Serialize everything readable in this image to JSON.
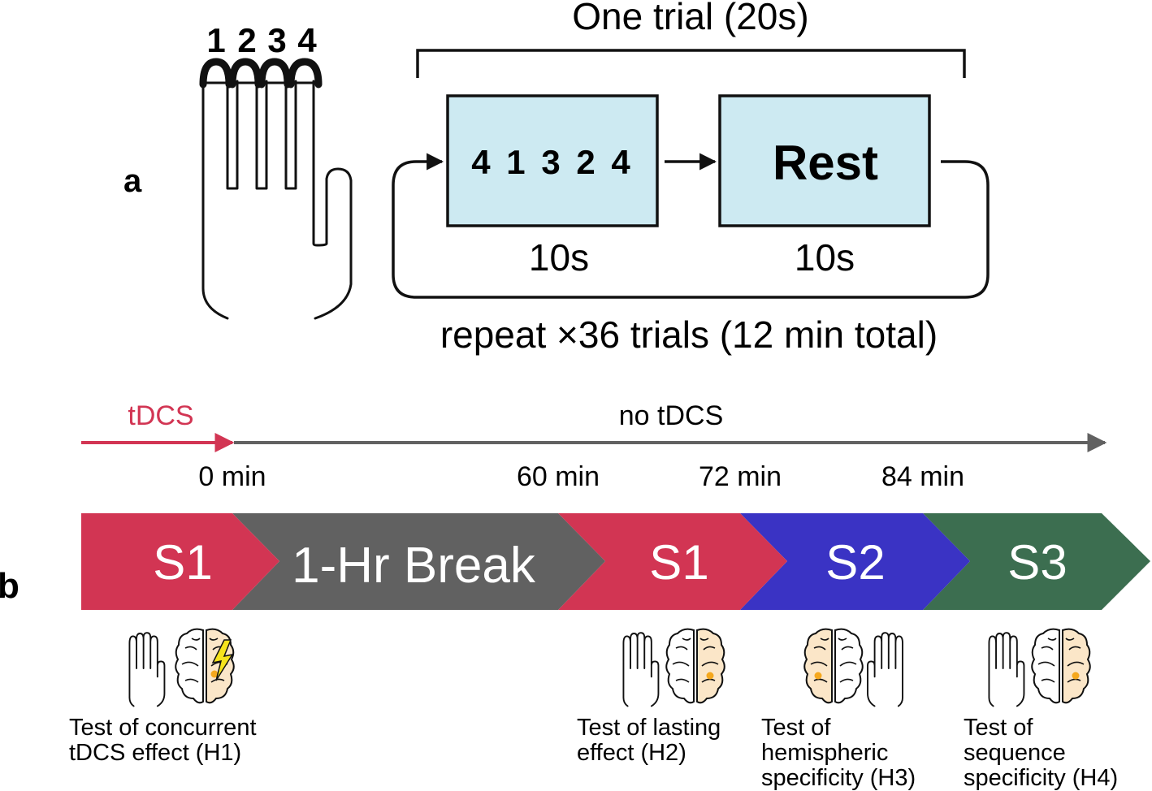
{
  "panel_a": {
    "label": "a",
    "finger_numbers": [
      "1",
      "2",
      "3",
      "4"
    ],
    "trial_title": "One trial (20s)",
    "sequence_box": "4 1 3 2 4",
    "rest_box": "Rest",
    "sequence_duration": "10s",
    "rest_duration": "10s",
    "repeat_caption": "repeat ×36 trials (12 min total)",
    "box_fill": "#cdeaf2"
  },
  "panel_b": {
    "label": "b",
    "stim_label": "tDCS",
    "no_stim_label": "no tDCS",
    "time_marks": [
      "0 min",
      "60 min",
      "72 min",
      "84 min"
    ],
    "stim_color": "#d23553",
    "timeline_color": "#616161",
    "segments": [
      {
        "label": "S1",
        "color": "#d23553"
      },
      {
        "label": "1-Hr Break",
        "color": "#616161"
      },
      {
        "label": "S1",
        "color": "#d23553"
      },
      {
        "label": "S2",
        "color": "#3a33c4"
      },
      {
        "label": "S3",
        "color": "#3c6e50"
      }
    ],
    "icons": [
      {
        "hand": "right-hand-icon",
        "brain": "brain-stimulated-icon"
      },
      {
        "hand": "right-hand-icon",
        "brain": "brain-right-icon"
      },
      {
        "hand": "left-hand-icon",
        "brain": "brain-left-icon"
      },
      {
        "hand": "right-hand-icon",
        "brain": "brain-right-icon"
      }
    ],
    "captions": [
      [
        "Test of concurrent",
        "tDCS effect (H1)"
      ],
      [
        "Test of lasting",
        "effect (H2)"
      ],
      [
        "Test of",
        "hemispheric",
        "specificity (H3)"
      ],
      [
        "Test of",
        "sequence",
        "specificity (H4)"
      ]
    ],
    "brain_highlight": "#fbe6c8",
    "spot_color": "#f5a81e",
    "bolt_color": "#f6e31c"
  }
}
